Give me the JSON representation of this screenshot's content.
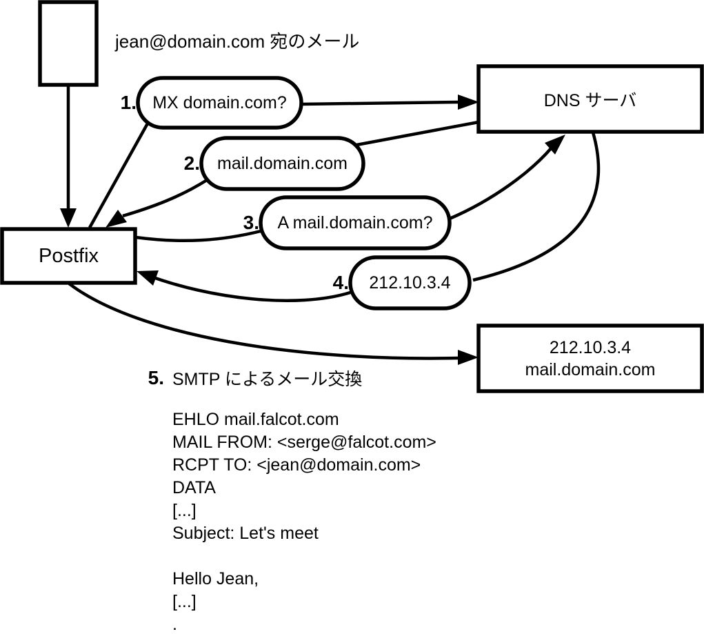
{
  "diagram": {
    "top_note": "jean@domain.com 宛のメール",
    "nodes": {
      "postfix": "Postfix",
      "dns_server": "DNS サーバ",
      "mail_server_line1": "212.10.3.4",
      "mail_server_line2": "mail.domain.com"
    },
    "steps": [
      {
        "num": "1.",
        "label": "MX domain.com?"
      },
      {
        "num": "2.",
        "label": "mail.domain.com"
      },
      {
        "num": "3.",
        "label": "A mail.domain.com?"
      },
      {
        "num": "4.",
        "label": "212.10.3.4"
      },
      {
        "num": "5.",
        "label": "SMTP によるメール交換"
      }
    ],
    "smtp_session": [
      "EHLO mail.falcot.com",
      "MAIL FROM: <serge@falcot.com>",
      "RCPT TO: <jean@domain.com>",
      "DATA",
      "[...]",
      "Subject: Let's meet",
      "",
      "Hello Jean,",
      "[...]",
      "."
    ],
    "colors": {
      "stroke": "#000000",
      "background": "#ffffff"
    }
  }
}
